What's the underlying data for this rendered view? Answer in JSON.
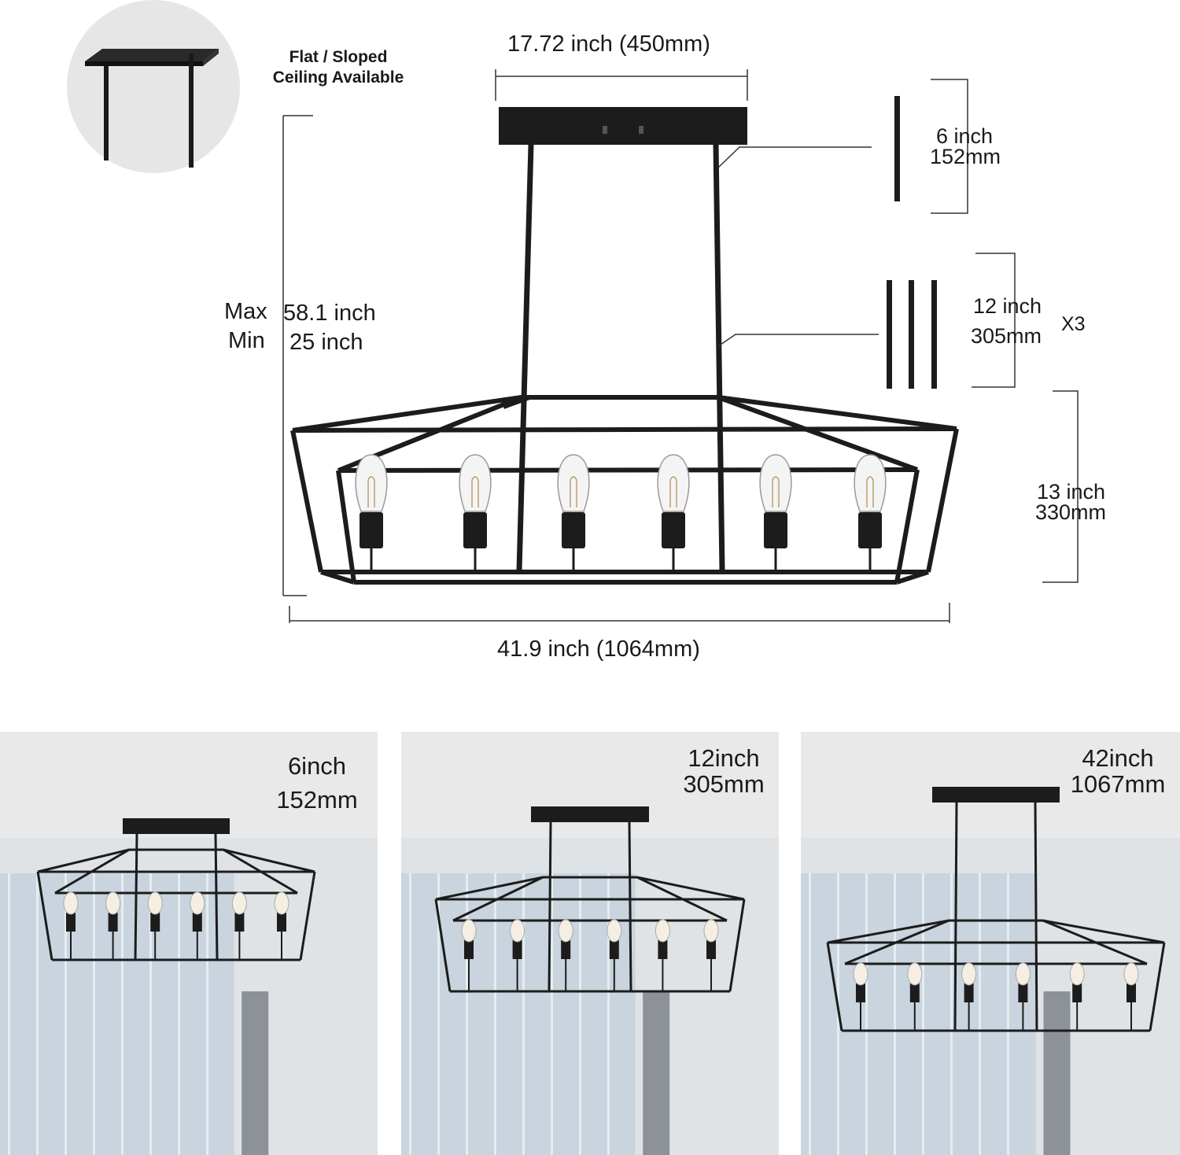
{
  "ceiling_note": {
    "line1": "Flat /  Sloped",
    "line2": "Ceiling Available"
  },
  "dimensions": {
    "canopy_width": "17.72 inch (450mm)",
    "overall_width": "41.9 inch (1064mm)",
    "max_label": "Max",
    "min_label": "Min",
    "max_value": "58.1 inch",
    "min_value": "25  inch",
    "rod_short_in": "6 inch",
    "rod_short_mm": "152mm",
    "rod_long_in": "12 inch",
    "rod_long_mm": "305mm",
    "rod_long_qty": "X3",
    "cage_height_in": "13 inch",
    "cage_height_mm": "330mm"
  },
  "variants": [
    {
      "line1": "6inch",
      "line2": "152mm"
    },
    {
      "line1": "12inch",
      "line2": "305mm"
    },
    {
      "line1": "42inch",
      "line2": "1067mm"
    }
  ],
  "colors": {
    "fixture": "#1c1c1c",
    "ceiling": "#e9e9ea",
    "wall": "#dfe3e6",
    "window": "#c9d4de"
  }
}
